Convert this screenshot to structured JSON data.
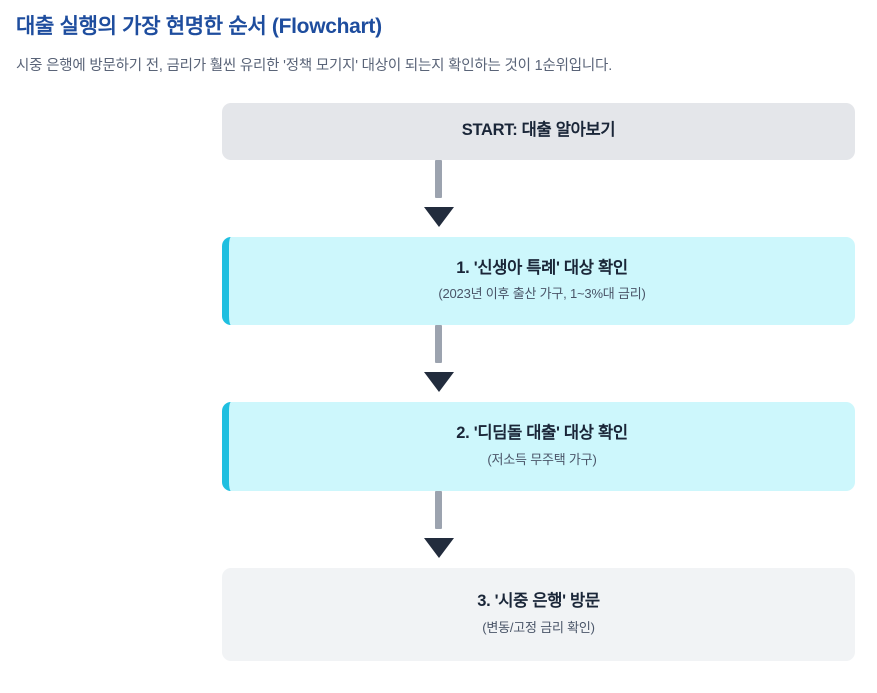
{
  "header": {
    "title": "대출 실행의 가장 현명한 순서 (Flowchart)",
    "subtitle": "시중 은행에 방문하기 전, 금리가 훨씬 유리한 '정책 모기지' 대상이 되는지 확인하는 것이 1순위입니다."
  },
  "colors": {
    "title_blue": "#1e4d9e",
    "subtitle_grey": "#5a6478",
    "node_grey": "#e4e6ea",
    "node_grey_light": "#f1f3f5",
    "node_accent_bg": "#cdf7fc",
    "node_accent_border": "#1fbfe0",
    "node_title_navy": "#1a2638",
    "node_sub_grey": "#4a5568",
    "connector_line": "#9ca3af",
    "connector_arrow": "#222c3d"
  },
  "flowchart": {
    "nodes": [
      {
        "id": "start",
        "title": "START: 대출 알아보기",
        "subtitle": "",
        "style": "grey",
        "highlighted": false
      },
      {
        "id": "step-1",
        "title": "1. '신생아 특례' 대상 확인",
        "subtitle": "(2023년 이후 출산 가구, 1~3%대 금리)",
        "style": "accent",
        "highlighted": true
      },
      {
        "id": "step-2",
        "title": "2. '디딤돌 대출' 대상 확인",
        "subtitle": "(저소득 무주택 가구)",
        "style": "accent",
        "highlighted": true
      },
      {
        "id": "step-3",
        "title": "3. '시중 은행' 방문",
        "subtitle": "(변동/고정 금리 확인)",
        "style": "grey-light",
        "highlighted": false
      }
    ],
    "connectors": [
      {
        "id": "connector-1",
        "icon": "down-arrow-icon"
      },
      {
        "id": "connector-2",
        "icon": "down-arrow-icon"
      },
      {
        "id": "connector-3",
        "icon": "down-arrow-icon"
      }
    ]
  }
}
